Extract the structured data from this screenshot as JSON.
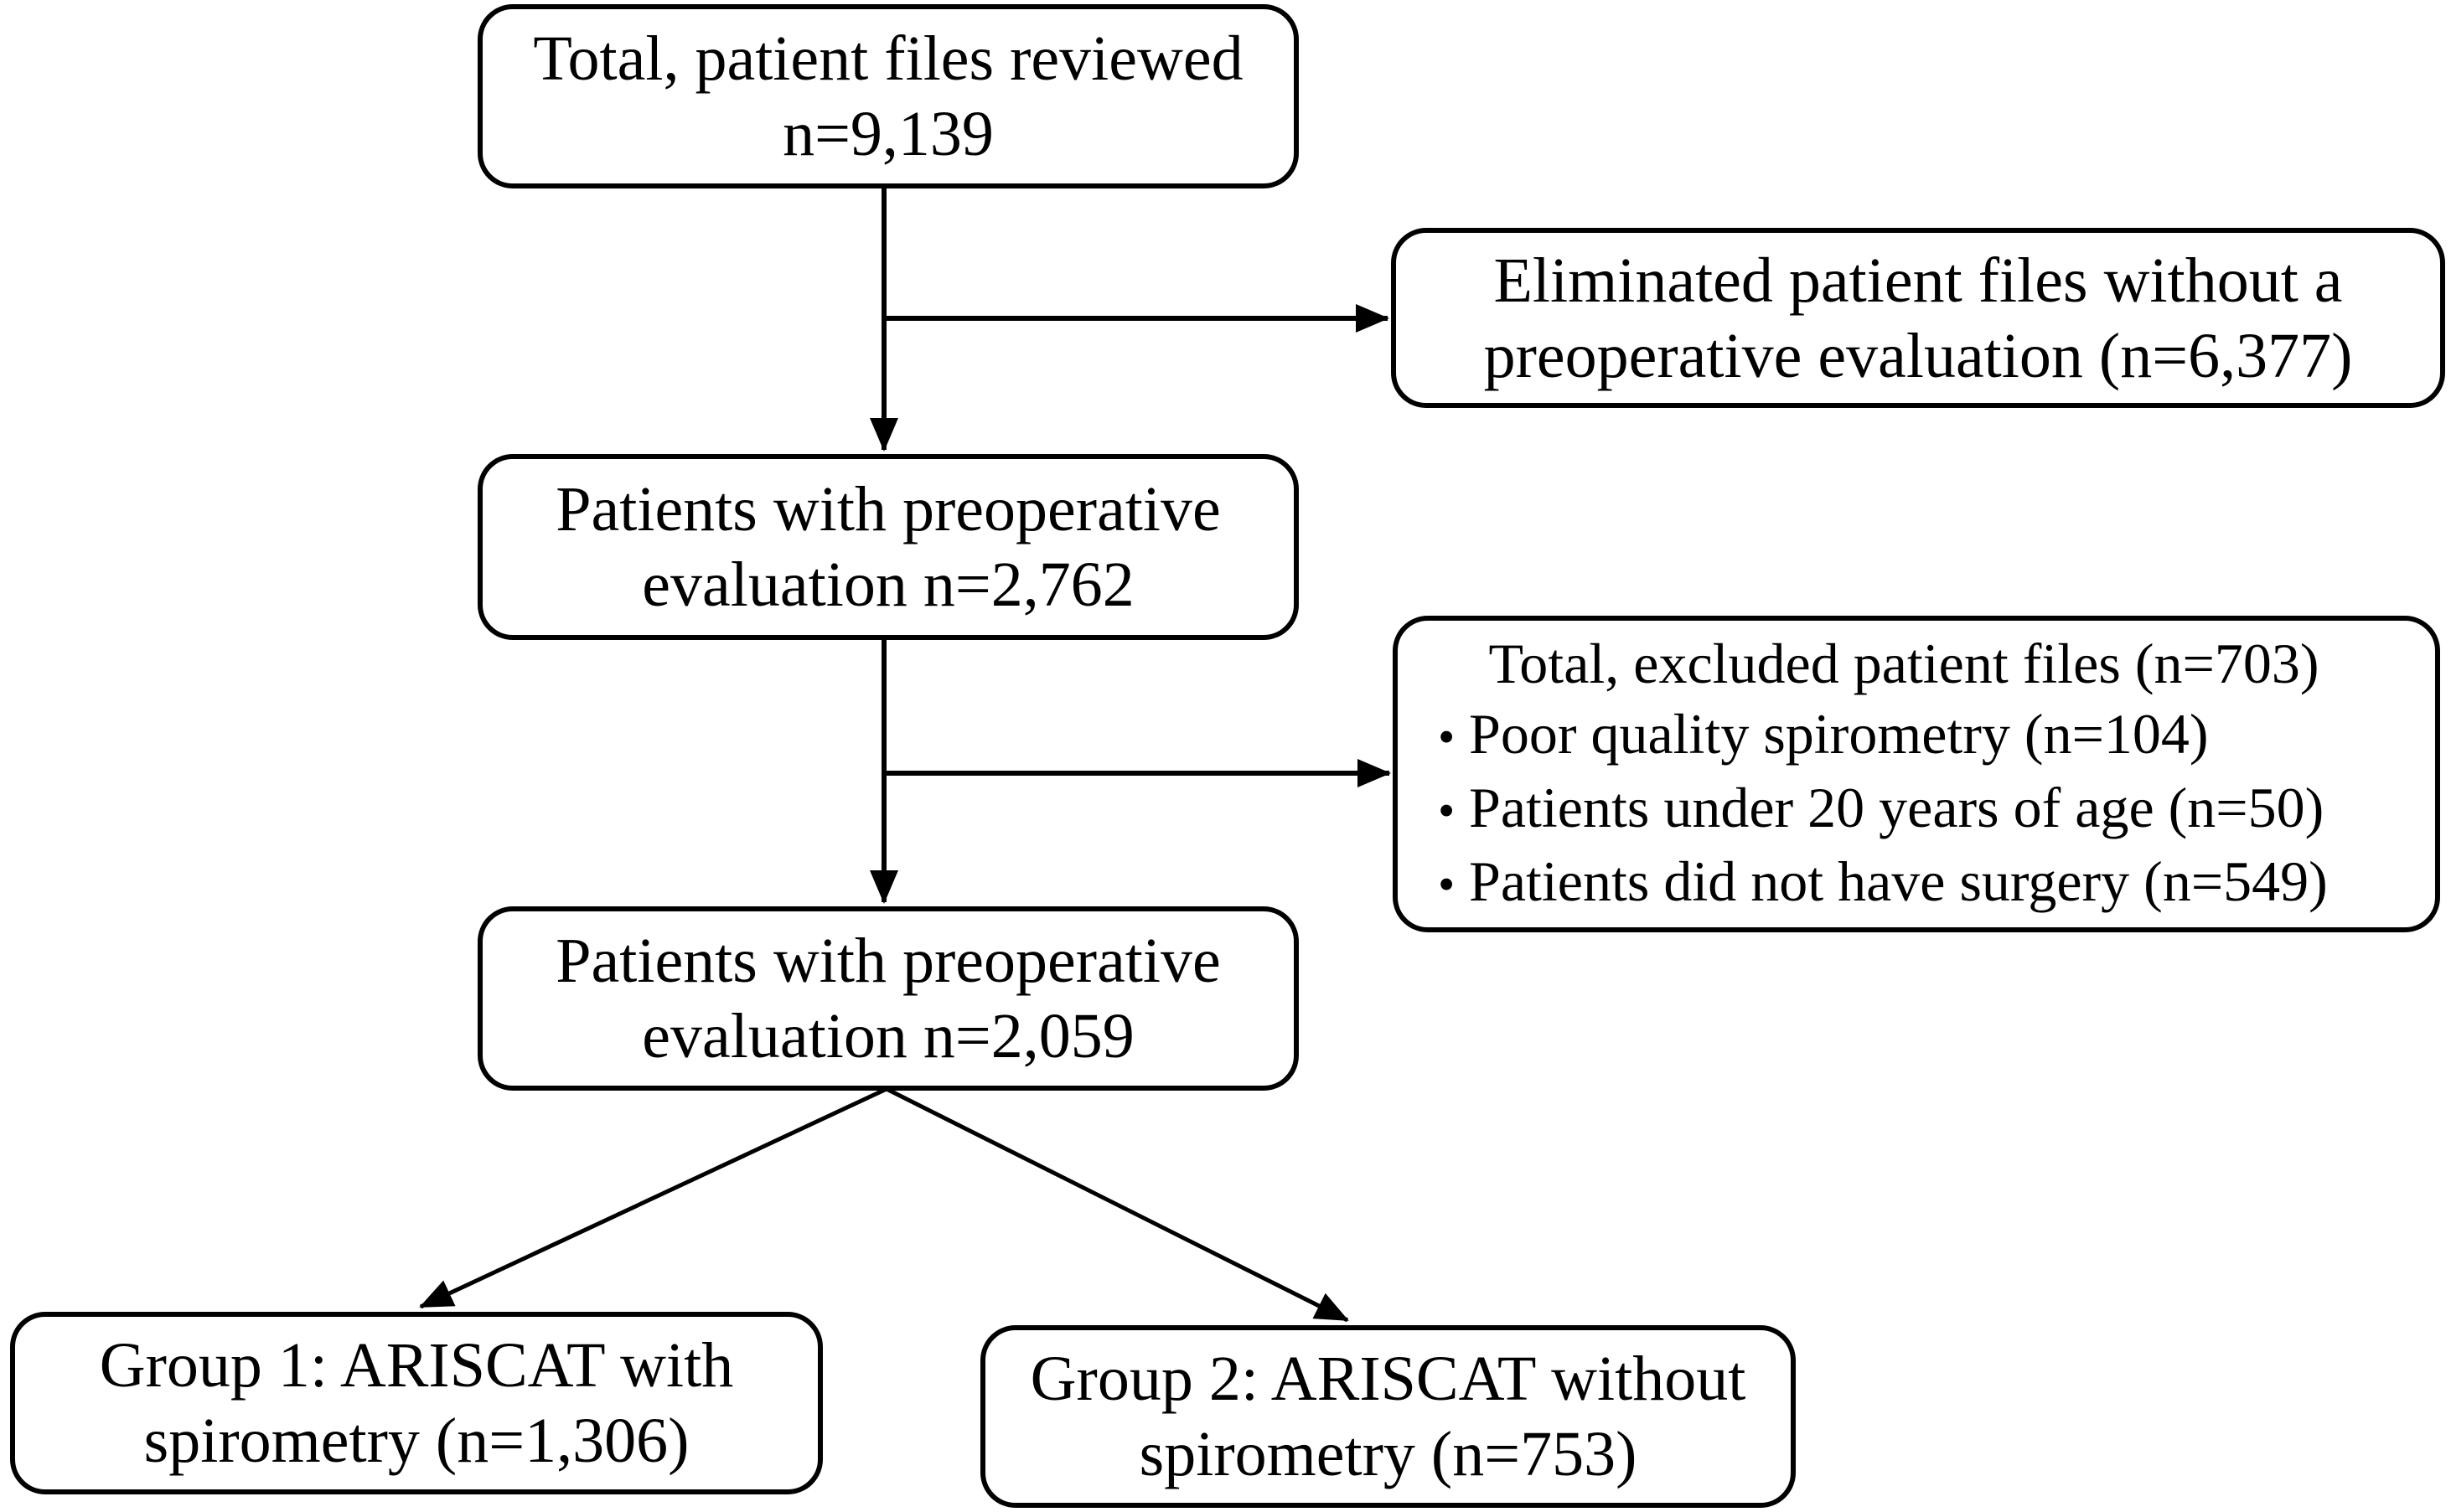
{
  "figure": {
    "background_color": "#ffffff",
    "line_color": "#000000",
    "type": "patient-flow-diagram"
  },
  "boxes": {
    "total_reviewed": {
      "line1": "Total, patient files reviewed",
      "line2": "n=9,139"
    },
    "eliminated": {
      "line1": "Eliminated patient files without a",
      "line2": "preoperative evaluation (n=6,377)"
    },
    "preop_2762": {
      "line1": "Patients with preoperative",
      "line2": "evaluation n=2,762"
    },
    "excluded": {
      "title": "Total, excluded patient files (n=703)",
      "bullet_glyph": "•",
      "bullets": [
        "Poor quality spirometry (n=104)",
        "Patients under 20 years of age (n=50)",
        "Patients did not have surgery (n=549)"
      ]
    },
    "preop_2059": {
      "line1": "Patients with preoperative",
      "line2": "evaluation n=2,059"
    },
    "group1": {
      "line1": "Group 1: ARISCAT with",
      "line2": "spirometry (n=1,306)"
    },
    "group2": {
      "line1": "Group 2: ARISCAT without",
      "line2": "spirometry (n=753)"
    }
  }
}
